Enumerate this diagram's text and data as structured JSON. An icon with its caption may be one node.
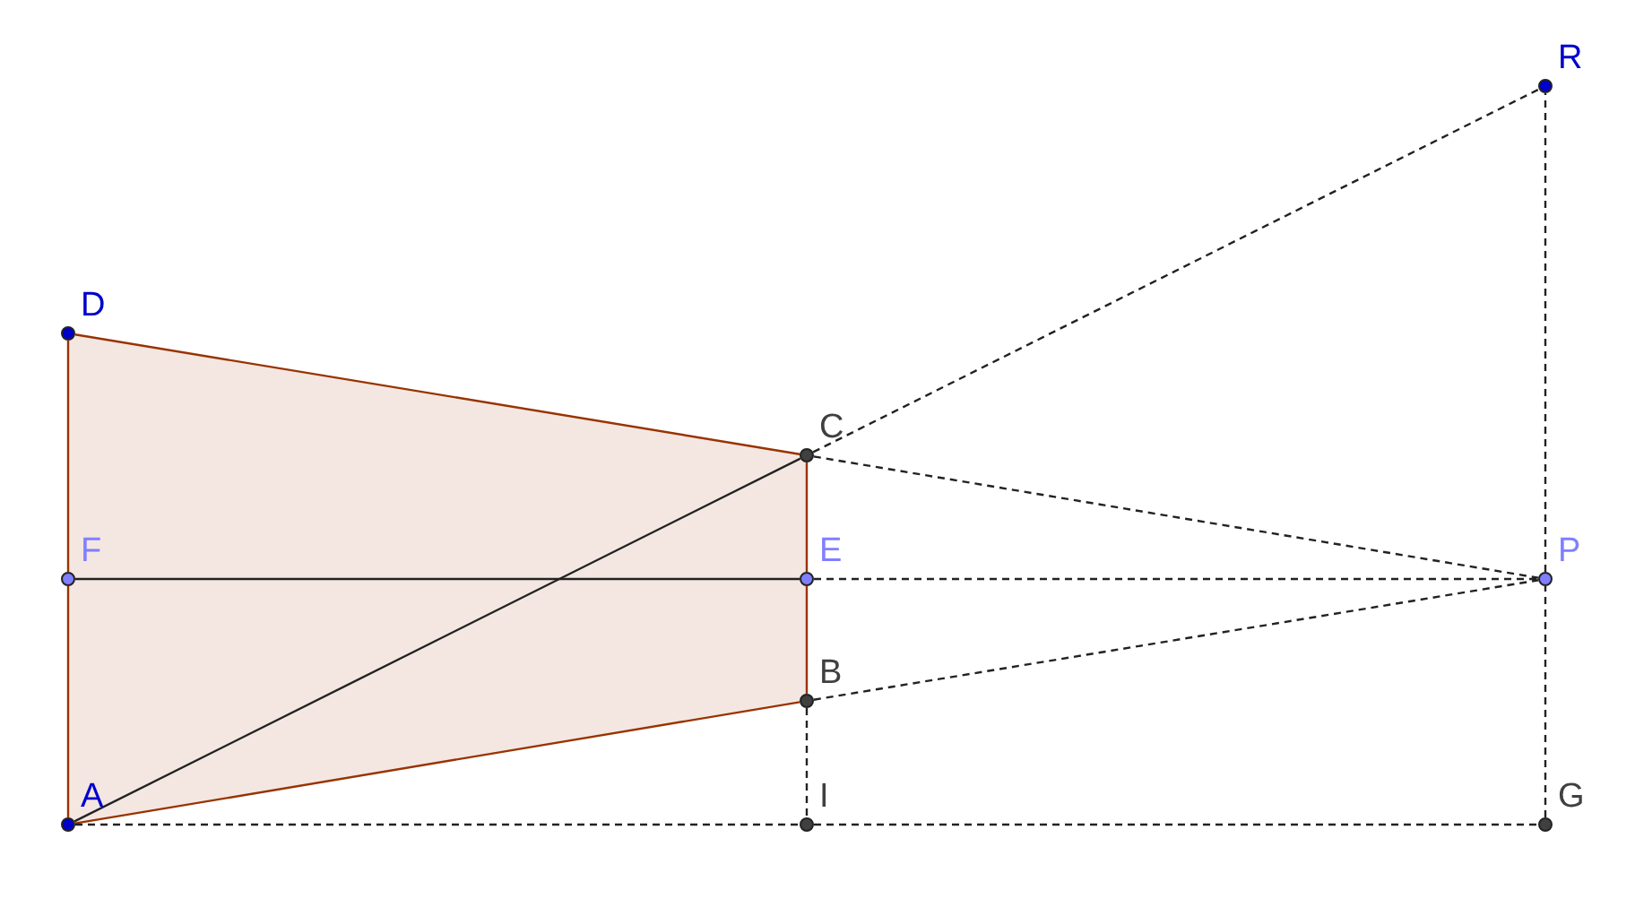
{
  "diagram": {
    "nodes": [
      {
        "text": [
          "R"
        ]
      },
      {
        "text": [
          "D"
        ]
      },
      {
        "text": [
          "C"
        ]
      },
      {
        "text": [
          "F"
        ]
      },
      {
        "text": [
          "E"
        ]
      },
      {
        "text": [
          "P"
        ]
      },
      {
        "text": [
          "B"
        ]
      },
      {
        "text": [
          "A"
        ]
      },
      {
        "text": [
          "I"
        ]
      },
      {
        "text": [
          "G"
        ]
      }
    ],
    "edges": [
      {
        "from": 2,
        "to": 1,
        "arrow": "none",
        "color": "#993300"
      },
      {
        "from": 1,
        "to": 3,
        "arrow": "none",
        "color": "#993300"
      },
      {
        "from": 3,
        "to": 7,
        "arrow": "none",
        "color": "#993300"
      },
      {
        "from": 7,
        "to": 6,
        "arrow": "none",
        "color": "#993300"
      },
      {
        "from": 6,
        "to": 4,
        "arrow": "none",
        "color": "#993300"
      },
      {
        "from": 4,
        "to": 2,
        "arrow": "none",
        "color": "#993300"
      },
      {
        "from": 3,
        "to": 4,
        "arrow": "none"
      },
      {
        "from": 7,
        "to": 2,
        "arrow": "none"
      },
      {
        "from": 2,
        "to": 0,
        "arrow": "none",
        "style": "dashed"
      },
      {
        "from": 2,
        "to": 5,
        "arrow": "none",
        "style": "dashed"
      },
      {
        "from": 4,
        "to": 5,
        "arrow": "none",
        "style": "dashed"
      },
      {
        "from": 6,
        "to": 5,
        "arrow": "none",
        "style": "dashed"
      },
      {
        "from": 6,
        "to": 8,
        "arrow": "none",
        "style": "dashed"
      },
      {
        "from": 7,
        "to": 8,
        "arrow": "none",
        "style": "dashed"
      },
      {
        "from": 8,
        "to": 9,
        "arrow": "none",
        "style": "dashed"
      },
      {
        "from": 9,
        "to": 5,
        "arrow": "none",
        "style": "dashed"
      },
      {
        "from": 5,
        "to": 0,
        "arrow": "none",
        "style": "dashed"
      }
    ]
  }
}
